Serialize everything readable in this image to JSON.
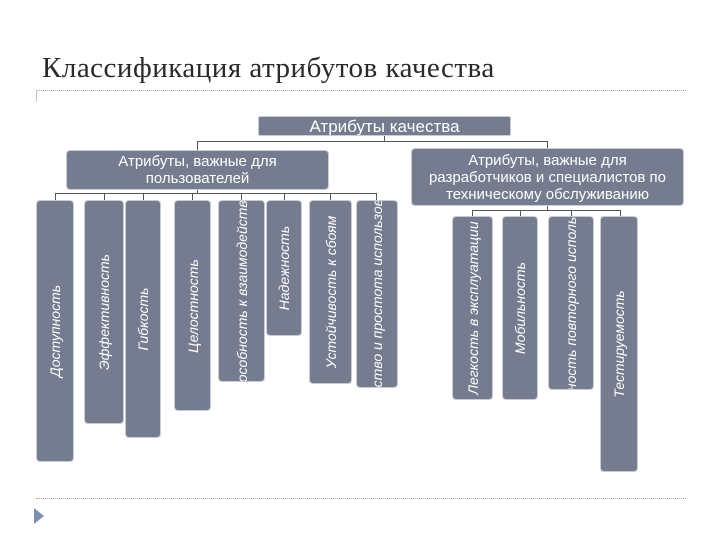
{
  "slide": {
    "title": "Классификация атрибутов качества"
  },
  "diagram": {
    "root": "Атрибуты качества",
    "groups": [
      {
        "label": "Атрибуты, важные для пользователей",
        "items": [
          "Доступность",
          "Эффективность",
          "Гибкость",
          "Целостность",
          "Способность к взаимодействию",
          "Надежность",
          "Устойчивость к сбоям",
          "Удобство и простота использования"
        ]
      },
      {
        "label": "Атрибуты, важные для разработчиков и специалистов по техническому обслуживанию",
        "items": [
          "Легкость в эксплуатации",
          "Мобильность",
          "Возможность повторного использования",
          "Тестируемость"
        ]
      }
    ]
  },
  "colors": {
    "box_fill": "#767c8f",
    "box_text": "#ffffff",
    "connector": "#555555",
    "nav_arrow": "#7c90b0"
  }
}
